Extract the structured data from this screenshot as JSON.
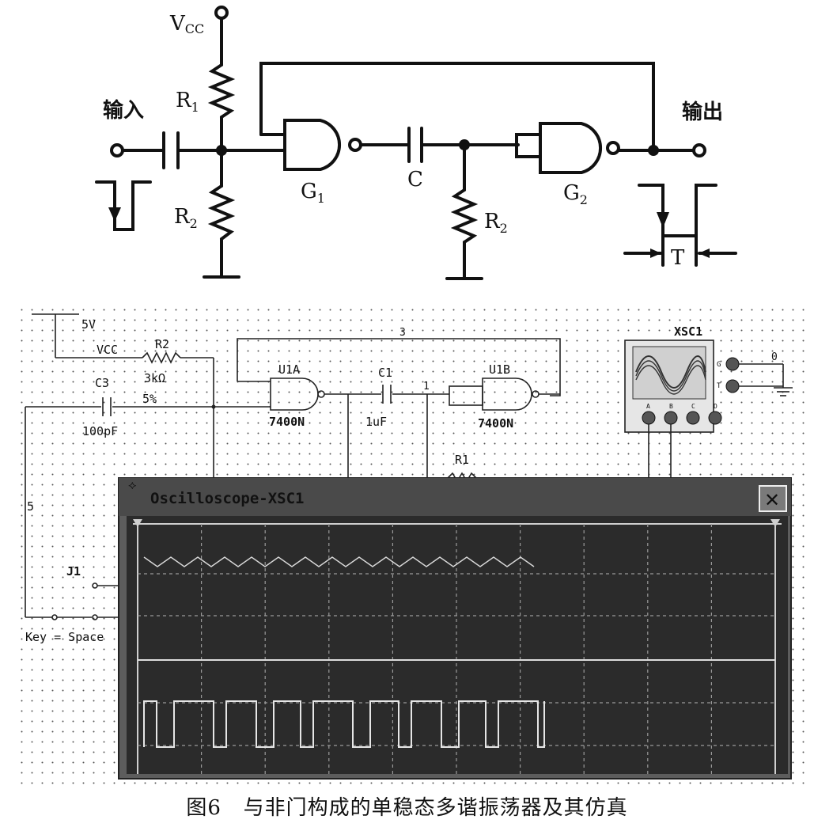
{
  "top_schematic": {
    "vcc": "V",
    "vcc_sub": "CC",
    "input": "输入",
    "output": "输出",
    "r1": "R",
    "r1_sub": "1",
    "r2_left": "R",
    "r2_left_sub": "2",
    "g1": "G",
    "g1_sub": "1",
    "c": "C",
    "r2_right": "R",
    "r2_right_sub": "2",
    "g2": "G",
    "g2_sub": "2",
    "t": "T"
  },
  "sim_schematic": {
    "supply": "5V",
    "vcc": "VCC",
    "r2": "R2",
    "r2_value": "3kΩ",
    "r2_tol": "5%",
    "c3": "C3",
    "c3_value": "100pF",
    "u1a": "U1A",
    "u1a_part": "7400N",
    "c1": "C1",
    "c1_value": "1uF",
    "u1b": "U1B",
    "u1b_part": "7400N",
    "net3": "3",
    "net1": "1",
    "net5": "5",
    "r1": "R1",
    "j1": "J1",
    "key": "Key = Space",
    "xsc1": "XSC1",
    "gnd_net": "0",
    "port_g": "G",
    "port_t": "T",
    "ch_a": "A",
    "ch_b": "B",
    "ch_c": "C",
    "ch_d": "D"
  },
  "oscilloscope": {
    "title": "Oscilloscope-XSC1",
    "close": "✕"
  },
  "caption": {
    "fig": "图6",
    "text": "与非门构成的单稳态多谐振荡器及其仿真"
  }
}
